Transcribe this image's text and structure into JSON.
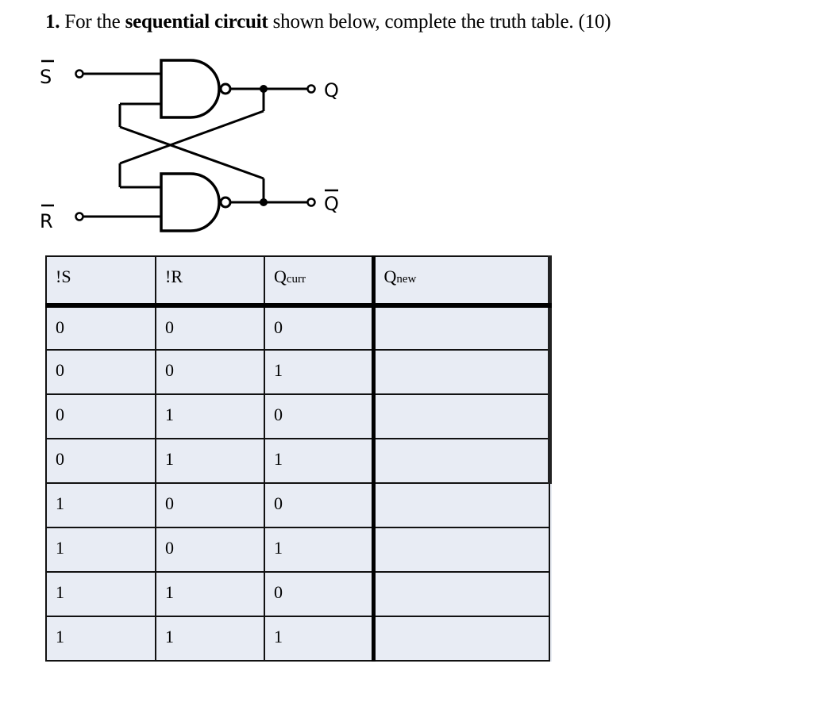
{
  "question": {
    "number": "1.",
    "text_before": " For the ",
    "bold_phrase": "sequential circuit",
    "text_after": " shown below, complete the truth table. (10)"
  },
  "circuit": {
    "type": "SR latch with NAND gates",
    "inputs": [
      "S̅",
      "R̅"
    ],
    "outputs": [
      "Q",
      "Q̅"
    ],
    "labels": {
      "s_bar": "S",
      "r_bar": "R",
      "q": "Q",
      "q_bar": "Q"
    }
  },
  "truth_table": {
    "headers": [
      {
        "main": "!S",
        "sub": ""
      },
      {
        "main": "!R",
        "sub": ""
      },
      {
        "main": "Q",
        "sub": "curr"
      },
      {
        "main": "Q",
        "sub": "new"
      }
    ],
    "rows": [
      [
        "0",
        "0",
        "0",
        ""
      ],
      [
        "0",
        "0",
        "1",
        ""
      ],
      [
        "0",
        "1",
        "0",
        ""
      ],
      [
        "0",
        "1",
        "1",
        ""
      ],
      [
        "1",
        "0",
        "0",
        ""
      ],
      [
        "1",
        "0",
        "1",
        ""
      ],
      [
        "1",
        "1",
        "0",
        ""
      ],
      [
        "1",
        "1",
        "1",
        ""
      ]
    ]
  }
}
